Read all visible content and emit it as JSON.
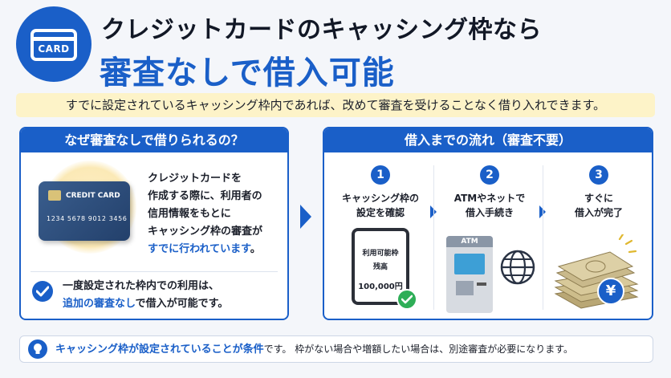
{
  "header": {
    "logo_text": "CARD",
    "title_line1": "クレジットカードのキャッシング枠なら",
    "title_line2": "審査なしで借入可能"
  },
  "band_text": "すでに設定されているキャッシング枠内であれば、改めて審査を受けることなく借り入れできます。",
  "left_panel": {
    "heading": "なぜ審査なしで借りられるの？",
    "card_brand": "CREDIT CARD",
    "card_number": "1234 5678 9012 3456",
    "reason_lines": [
      "クレジットカードを",
      "作成する際に、利用者の",
      "信用情報をもとに",
      "キャッシング枠の審査が"
    ],
    "reason_emphasis": "すでに行われています",
    "reason_tail": "。",
    "note_line1": "一度設定された枠内での利用は、",
    "note_emphasis": "追加の審査なし",
    "note_tail": "で借入が可能です。"
  },
  "right_panel": {
    "heading": "借入までの流れ（審査不要）",
    "steps": [
      {
        "number": "1",
        "label_line1": "キャッシング枠の",
        "label_line2": "設定を確認"
      },
      {
        "number": "2",
        "label_line1": "ATMやネットで",
        "label_line2": "借入手続き"
      },
      {
        "number": "3",
        "label_line1": "すぐに",
        "label_line2": "借入が完了"
      }
    ],
    "phone_screen": {
      "line1": "利用可能枠",
      "line2": "残高",
      "line3": "100,000円"
    },
    "atm_label": "ATM",
    "yen_symbol": "¥"
  },
  "footer": {
    "emphasis": "キャッシング枠が設定されていることが条件",
    "text": "です。 枠がない場合や増額したい場合は、別途審査が必要になります。"
  },
  "colors": {
    "brand_blue": "#1a5fc8",
    "band_yellow": "#fdf3c8",
    "check_green": "#2eae57"
  },
  "icons": [
    "card-icon",
    "check-icon",
    "phone-icon",
    "atm-icon",
    "globe-icon",
    "money-icon",
    "yen-icon",
    "lightbulb-icon",
    "arrow-right-icon"
  ]
}
